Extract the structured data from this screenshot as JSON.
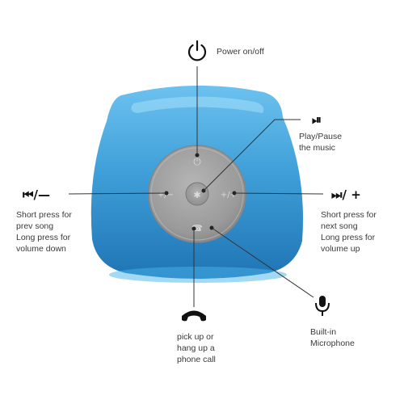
{
  "callouts": {
    "power": {
      "text": "Power on/off"
    },
    "play": {
      "symbol": "⏯",
      "lines": [
        "Play/Pause",
        "the music"
      ]
    },
    "prev": {
      "symbol": "⏮/—",
      "lines": [
        "Short press for",
        "prev song",
        "Long press for",
        "volume down"
      ]
    },
    "next": {
      "symbol": "⏭/ +",
      "lines": [
        "Short press for",
        "next song",
        "Long press for",
        "volume up"
      ]
    },
    "call": {
      "lines": [
        "pick up or",
        "hang up a",
        "phone call"
      ]
    },
    "mic": {
      "lines": [
        "Built-in",
        "Microphone"
      ]
    }
  },
  "speaker_buttons": {
    "top": "⏻",
    "left": "+/−",
    "right": "+/+",
    "bottom": "☎",
    "center": "✱"
  },
  "colors": {
    "body_blue": "#3f9fd8",
    "body_blue_dark": "#1f74b4",
    "shell_white": "#f2f2f2",
    "button_grey": "#9b9b9b",
    "button_grey_dark": "#7a7a7a",
    "line": "#333333"
  },
  "icons": [
    "power-icon",
    "play-pause-icon",
    "prev-volume-down-icon",
    "next-volume-up-icon",
    "phone-icon",
    "microphone-icon"
  ]
}
